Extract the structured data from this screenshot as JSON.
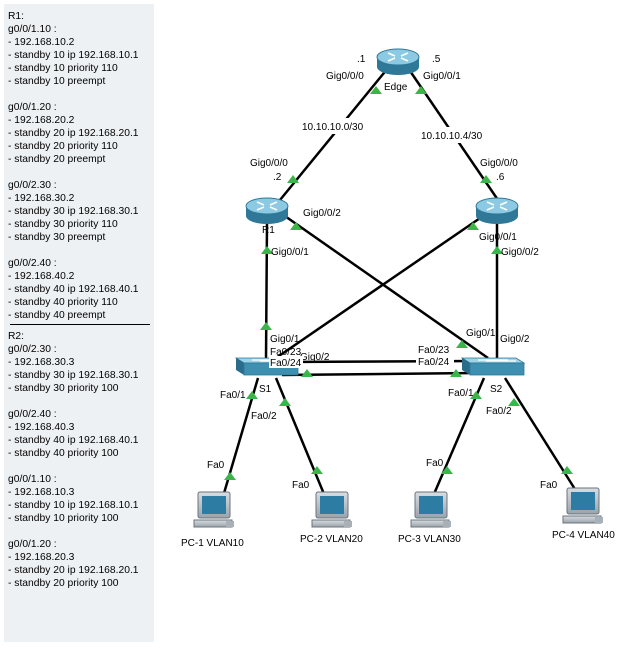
{
  "notes": {
    "r1": [
      "R1:",
      "g0/0/1.10 :",
      "- 192.168.10.2",
      "- standby 10 ip 192.168.10.1",
      "- standby 10 priority 110",
      "- standby 10 preempt",
      "",
      "g0/0/1.20 :",
      "- 192.168.20.2",
      "- standby 20 ip 192.168.20.1",
      "- standby 20 priority 110",
      "- standby 20 preempt",
      "",
      "g0/0/2.30 :",
      "- 192.168.30.2",
      "- standby 30 ip 192.168.30.1",
      "- standby 30 priority 110",
      "- standby 30 preempt",
      "",
      "g0/0/2.40 :",
      "- 192.168.40.2",
      "- standby 40 ip 192.168.40.1",
      "- standby 40 priority 110",
      "- standby 40 preempt"
    ],
    "r2": [
      "R2:",
      "g0/0/2.30 :",
      "- 192.168.30.3",
      "- standby 30 ip 192.168.30.1",
      "- standby 30 priority 100",
      "",
      "g0/0/2.40 :",
      "- 192.168.40.3",
      "- standby 40 ip 192.168.40.1",
      "- standby 40 priority 100",
      "",
      "g0/0/1.10 :",
      "- 192.168.10.3",
      "- standby 10 ip 192.168.10.1",
      "- standby 10 priority 100",
      "",
      "g0/0/1.20 :",
      "- 192.168.20.3",
      "- standby 20 ip 192.168.20.1",
      "- standby 20 priority 100"
    ]
  },
  "topology": {
    "devices": {
      "edge": "Edge",
      "r1": "R1",
      "s1": "S1",
      "s2": "S2",
      "pc1": "PC-1 VLAN10",
      "pc2": "PC-2 VLAN20",
      "pc3": "PC-3 VLAN30",
      "pc4": "PC-4 VLAN40"
    },
    "subnets": {
      "left": "10.10.10.0/30",
      "right": "10.10.10.4/30"
    },
    "host_octets": {
      "edge_left": ".1",
      "edge_right": ".5",
      "r1": ".2",
      "r2": ".6"
    },
    "ports": {
      "edge_left": "Gig0/0/0",
      "edge_right": "Gig0/0/1",
      "r1_up": "Gig0/0/0",
      "r1_right": "Gig0/0/2",
      "r1_down": "Gig0/0/1",
      "r2_up": "Gig0/0/0",
      "r2_left": "Gig0/0/1",
      "r2_down": "Gig0/0/2",
      "s1_up": "Gig0/1",
      "s1_right": "Gig0/2",
      "s1_fa24": "Fa0/24",
      "s1_fa23": "Fa0/23",
      "s2_up_left": "Gig0/1",
      "s2_up": "Gig0/2",
      "s2_fa23": "Fa0/23",
      "s2_fa24": "Fa0/24",
      "s1_fa1": "Fa0/1",
      "s1_fa2": "Fa0/2",
      "s2_fa1": "Fa0/1",
      "s2_fa2": "Fa0/2",
      "pc_fa0": "Fa0"
    }
  },
  "colors": {
    "notes_bg": "#eef1f4",
    "link": "#000000",
    "link_up": "#39b54a",
    "router": "#3a87a8",
    "switch": "#4a95b5"
  }
}
